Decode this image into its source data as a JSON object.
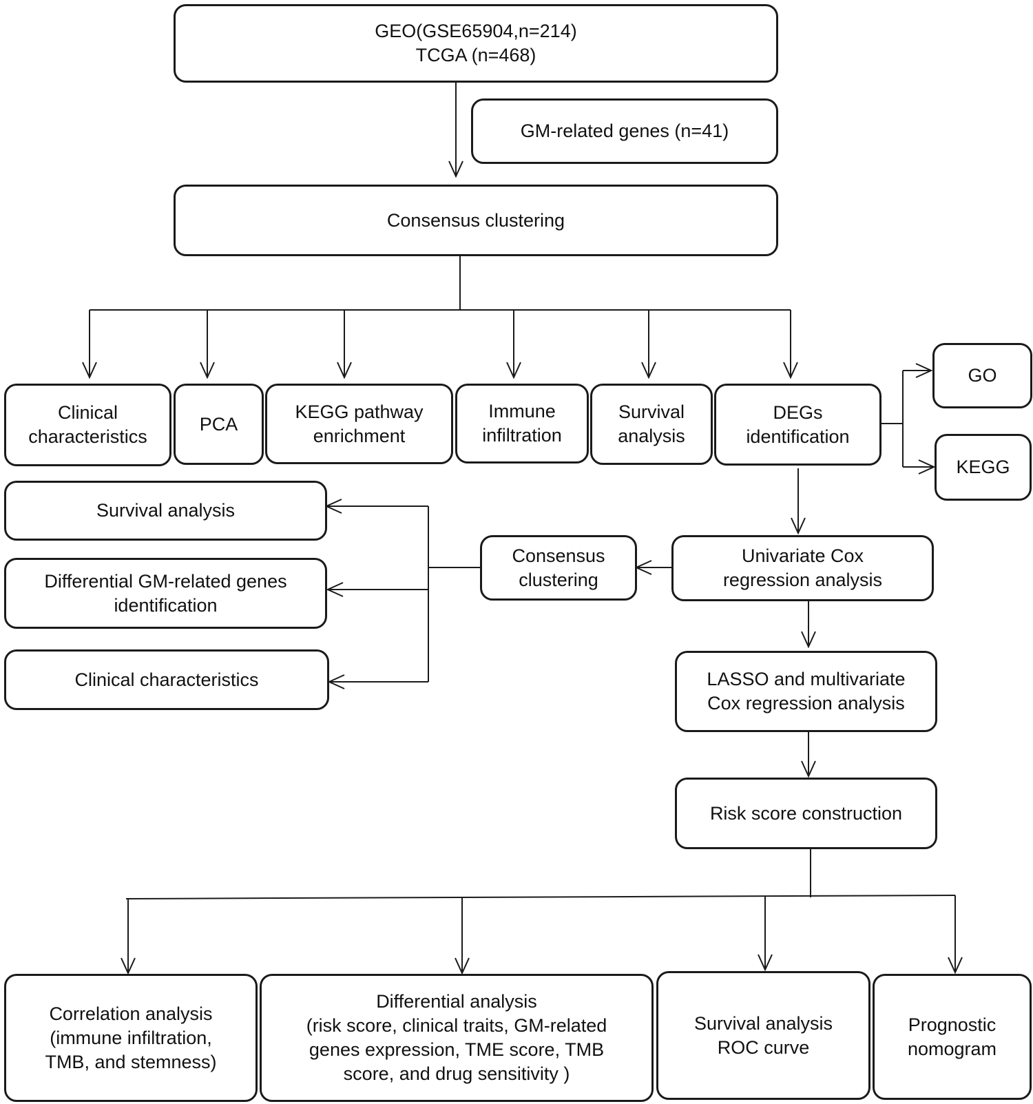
{
  "nodes": {
    "geo_tcga": "GEO(GSE65904,n=214)\nTCGA (n=468)",
    "gm_genes": "GM-related genes (n=41)",
    "consensus_top": "Consensus clustering",
    "clinical": "Clinical\ncharacteristics",
    "pca": "PCA",
    "kegg_pathway": "KEGG pathway\nenrichment",
    "immune": "Immune\ninfiltration",
    "survival_top": "Survival\nanalysis",
    "degs": "DEGs\nidentification",
    "go": "GO",
    "kegg": "KEGG",
    "survival_left": "Survival analysis",
    "diff_gm": "Differential GM-related genes\nidentification",
    "clinical_left": "Clinical characteristics",
    "consensus_mid": "Consensus\nclustering",
    "univariate": "Univariate Cox\nregression analysis",
    "lasso": "LASSO and multivariate\nCox regression analysis",
    "risk_score": "Risk score construction",
    "correlation": "Correlation analysis\n(immune infiltration,\nTMB, and stemness)",
    "differential": "Differential analysis\n(risk score, clinical traits, GM-related\ngenes expression, TME score, TMB\nscore, and drug sensitivity )",
    "survival_roc": "Survival analysis\nROC curve",
    "nomogram": "Prognostic\nnomogram"
  }
}
